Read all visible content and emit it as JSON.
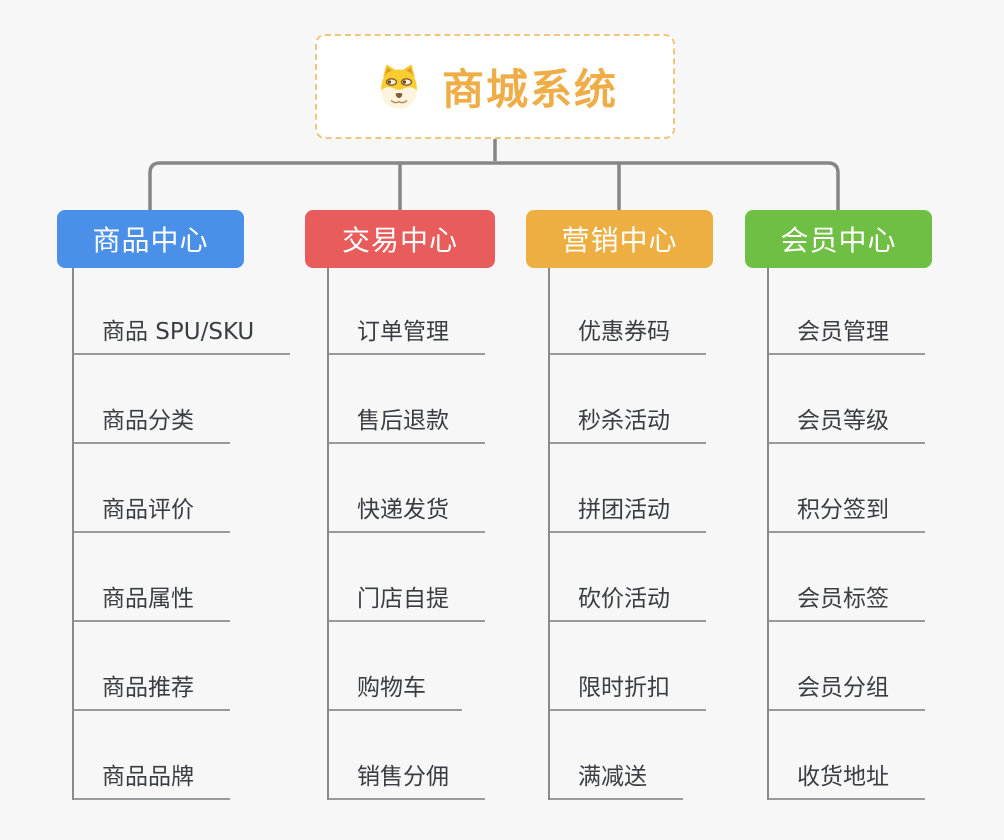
{
  "root": {
    "label": "商城系统",
    "icon": "dog-face-icon",
    "accent_color": "#efad47",
    "border_color": "#f2c57d"
  },
  "branches": [
    {
      "label": "商品中心",
      "color": "#4a8fe8",
      "children": [
        "商品 SPU/SKU",
        "商品分类",
        "商品评价",
        "商品属性",
        "商品推荐",
        "商品品牌"
      ]
    },
    {
      "label": "交易中心",
      "color": "#e85c5c",
      "children": [
        "订单管理",
        "售后退款",
        "快递发货",
        "门店自提",
        "购物车",
        "销售分佣"
      ]
    },
    {
      "label": "营销中心",
      "color": "#edaf41",
      "children": [
        "优惠券码",
        "秒杀活动",
        "拼团活动",
        "砍价活动",
        "限时折扣",
        "满减送"
      ]
    },
    {
      "label": "会员中心",
      "color": "#6fbf44",
      "children": [
        "会员管理",
        "会员等级",
        "积分签到",
        "会员标签",
        "会员分组",
        "收货地址"
      ]
    }
  ],
  "connector_color": "#868686"
}
